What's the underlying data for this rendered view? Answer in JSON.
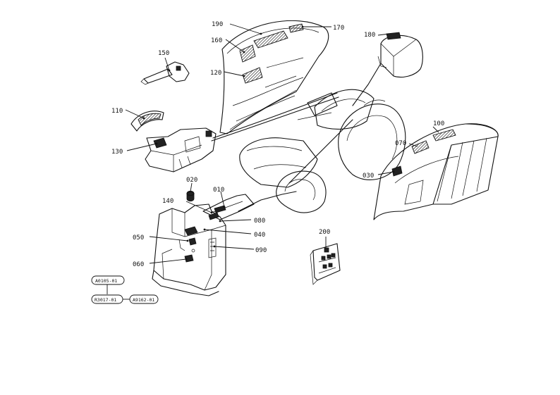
{
  "callouts": {
    "c190": "190",
    "c170": "170",
    "c160": "160",
    "c180": "180",
    "c150": "150",
    "c120": "120",
    "c110": "110",
    "c130": "130",
    "c100": "100",
    "c070": "070",
    "c030": "030",
    "c020": "020",
    "c010": "010",
    "c140": "140",
    "c080": "080",
    "c040": "040",
    "c050": "050",
    "c090": "090",
    "c060": "060",
    "c200": "200"
  },
  "refs": {
    "r1": "A0105-01",
    "r2": "R3017-01",
    "r3": "A9162-01"
  }
}
